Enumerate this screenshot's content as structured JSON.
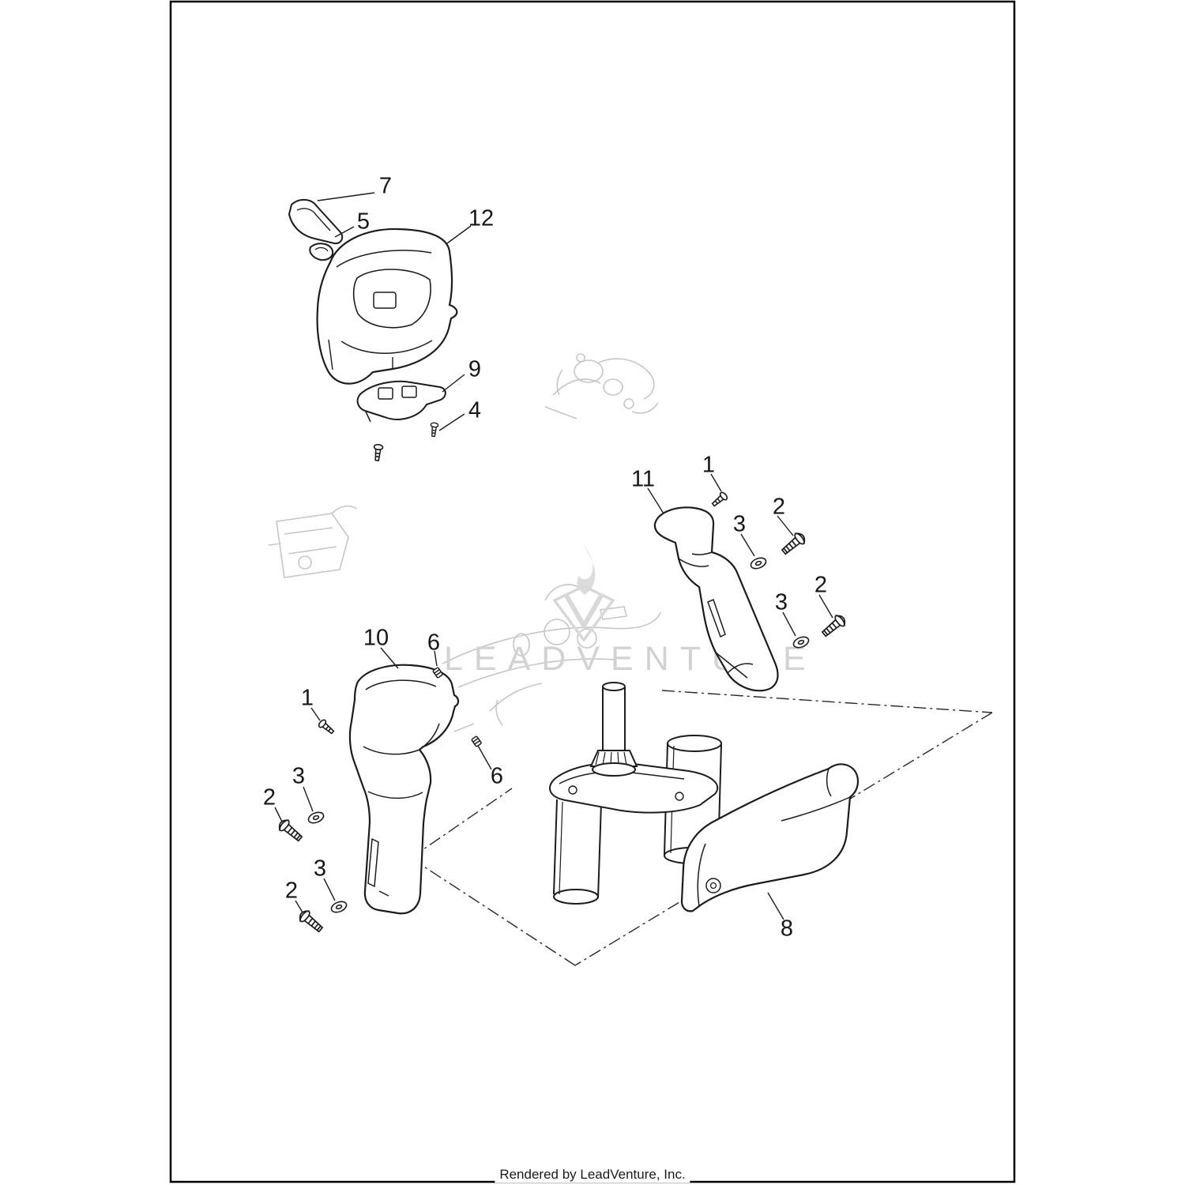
{
  "page": {
    "watermark": "LEADVENTURE",
    "footer": "Rendered by LeadVenture, Inc."
  },
  "colors": {
    "ink": "#1c1c1c",
    "ghost": "#c6c6c6",
    "watermark": "#d4d4d4",
    "background": "#ffffff"
  },
  "callouts": [
    {
      "label": "7"
    },
    {
      "label": "5"
    },
    {
      "label": "12"
    },
    {
      "label": "9"
    },
    {
      "label": "4"
    },
    {
      "label": "11"
    },
    {
      "label": "1"
    },
    {
      "label": "3"
    },
    {
      "label": "2"
    },
    {
      "label": "3"
    },
    {
      "label": "2"
    },
    {
      "label": "10"
    },
    {
      "label": "6"
    },
    {
      "label": "1"
    },
    {
      "label": "6"
    },
    {
      "label": "3"
    },
    {
      "label": "2"
    },
    {
      "label": "3"
    },
    {
      "label": "2"
    },
    {
      "label": "8"
    }
  ]
}
